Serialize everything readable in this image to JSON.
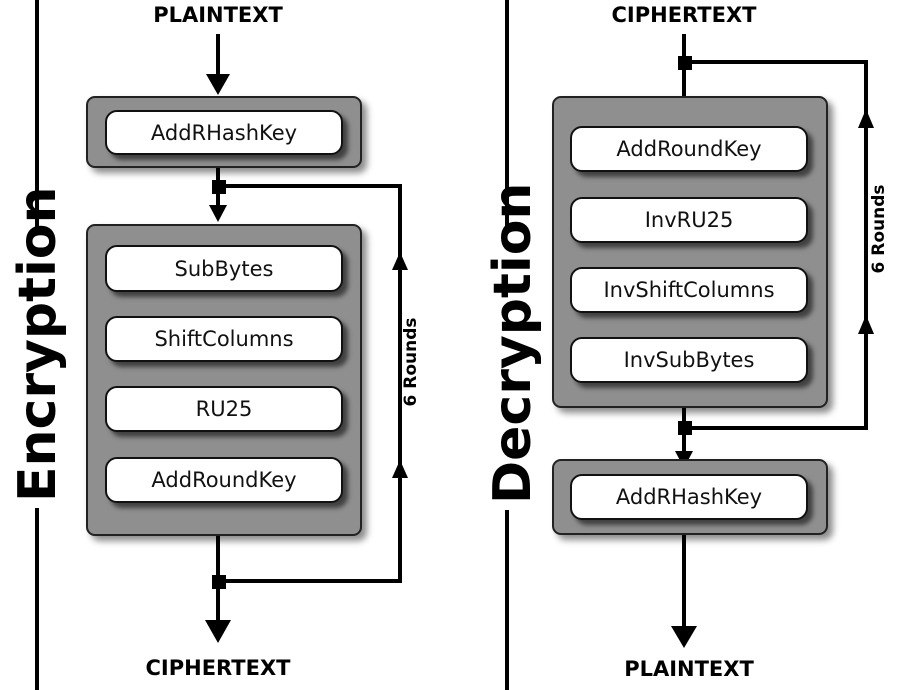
{
  "encryption": {
    "side_label": "Encryption",
    "input_label": "PLAINTEXT",
    "output_label": "CIPHERTEXT",
    "initial_stage": "AddRHashKey",
    "round_stages": [
      "SubBytes",
      "ShiftColumns",
      "RU25",
      "AddRoundKey"
    ],
    "rounds_label": "6 Rounds"
  },
  "decryption": {
    "side_label": "Decryption",
    "input_label": "CIPHERTEXT",
    "output_label": "PLAINTEXT",
    "round_stages": [
      "AddRoundKey",
      "InvRU25",
      "InvShiftColumns",
      "InvSubBytes"
    ],
    "final_stage": "AddRHashKey",
    "rounds_label": "6 Rounds"
  },
  "colors": {
    "panel_fill": "#8f8f8f",
    "stage_fill": "#ffffff",
    "line": "#000000"
  }
}
